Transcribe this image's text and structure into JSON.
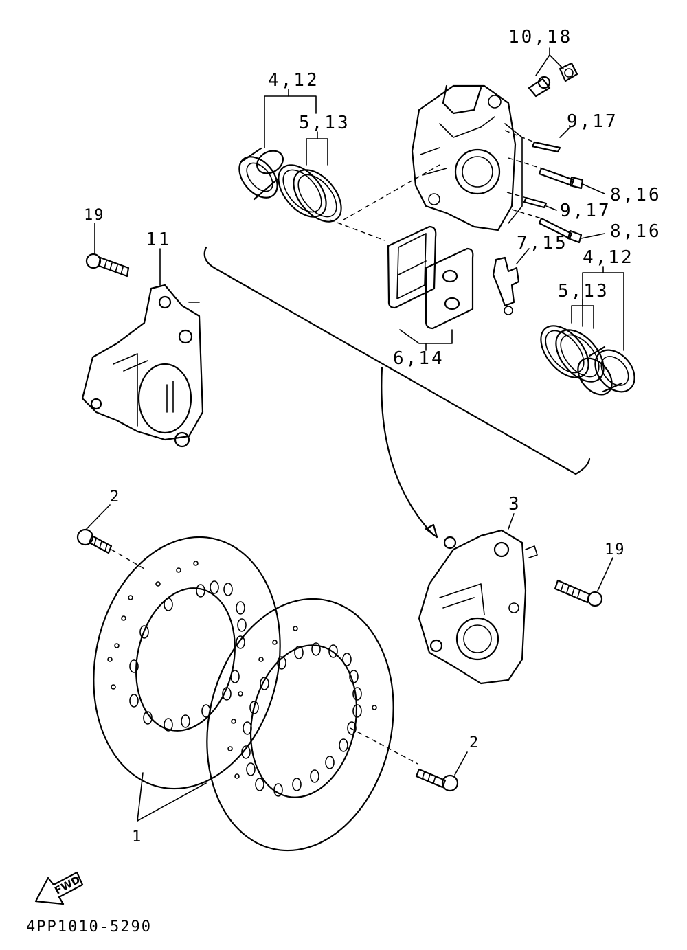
{
  "labels": {
    "piston_a": "4,12",
    "seal_a": "5,13",
    "bleed_screw": "10,18",
    "pin_a": "9,17",
    "bolt_a": "8,16",
    "pin_b": "9,17",
    "bolt_b": "8,16",
    "piston_b": "4,12",
    "seal_b": "5,13",
    "pad_spring": "7,15",
    "pads": "6,14",
    "bolt_left": "19",
    "caliper_left": "11",
    "disc_bolt_top": "2",
    "caliper_right": "3",
    "bolt_right": "19",
    "disc_bolt_bottom": "2",
    "disc": "1"
  },
  "fwd_label": "FWD",
  "drawing_code": "4PP1010-5290"
}
